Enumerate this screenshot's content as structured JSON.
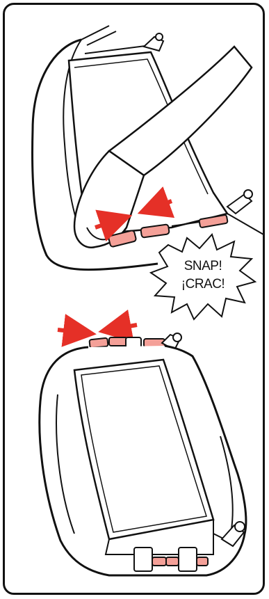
{
  "sound_effect": {
    "line1": "SNAP!",
    "line2": "¡CRAC!"
  },
  "colors": {
    "outline": "#111111",
    "highlight": "#f4a098",
    "arrow": "#e53027",
    "background": "#ffffff"
  },
  "icons": [
    "pinch-arrow-left",
    "pinch-arrow-right",
    "buckle-connector",
    "knob-adjuster"
  ]
}
